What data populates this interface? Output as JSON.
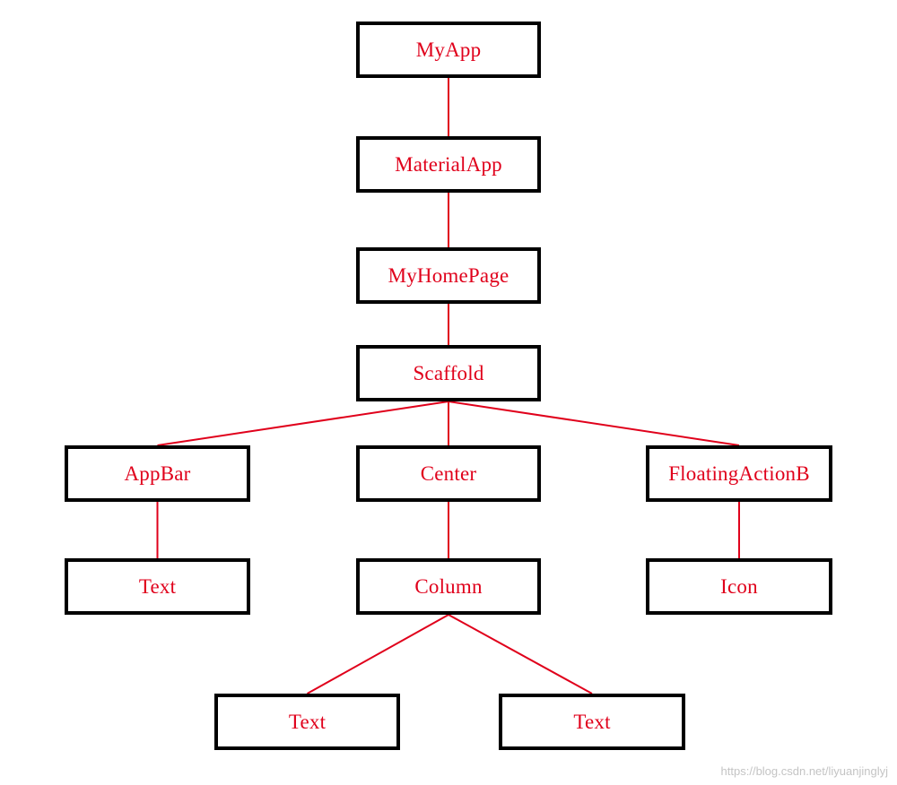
{
  "colors": {
    "node_border": "#000000",
    "node_text": "#e0001b",
    "edge": "#e0001b",
    "watermark": "#c4c4c4"
  },
  "nodes": {
    "myapp": "MyApp",
    "materialapp": "MaterialApp",
    "myhomepage": "MyHomePage",
    "scaffold": "Scaffold",
    "appbar": "AppBar",
    "center": "Center",
    "fab": "FloatingActionB",
    "appbar_text": "Text",
    "column": "Column",
    "icon": "Icon",
    "column_text_left": "Text",
    "column_text_right": "Text"
  },
  "edges": [
    [
      "myapp",
      "materialapp"
    ],
    [
      "materialapp",
      "myhomepage"
    ],
    [
      "myhomepage",
      "scaffold"
    ],
    [
      "scaffold",
      "appbar"
    ],
    [
      "scaffold",
      "center"
    ],
    [
      "scaffold",
      "fab"
    ],
    [
      "appbar",
      "appbar_text"
    ],
    [
      "center",
      "column"
    ],
    [
      "fab",
      "icon"
    ],
    [
      "column",
      "column_text_left"
    ],
    [
      "column",
      "column_text_right"
    ]
  ],
  "watermark": "https://blog.csdn.net/liyuanjinglyj"
}
